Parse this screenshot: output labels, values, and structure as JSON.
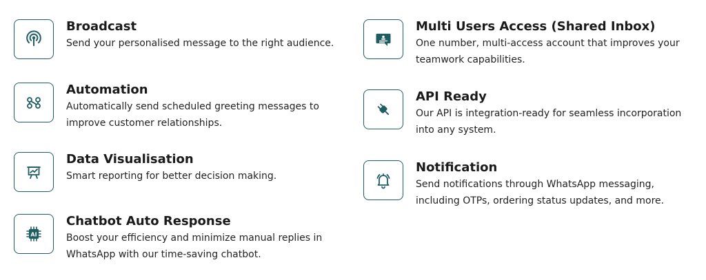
{
  "features": [
    {
      "icon": "broadcast-icon",
      "title": "Broadcast",
      "desc": "Send your personalised message to the right audience."
    },
    {
      "icon": "automation-icon",
      "title": "Automation",
      "desc": "Automatically send scheduled greeting messages to improve customer relationships."
    },
    {
      "icon": "data-visualisation-icon",
      "title": "Data Visualisation",
      "desc": "Smart reporting for better decision making."
    },
    {
      "icon": "chatbot-ai-icon",
      "title": "Chatbot Auto Response",
      "desc": "Boost your efficiency and minimize manual replies in WhatsApp with our time-saving chatbot."
    },
    {
      "icon": "shared-inbox-icon",
      "title": "Multi Users Access (Shared Inbox)",
      "desc": "One number, multi-access account that improves your teamwork capabilities."
    },
    {
      "icon": "api-plug-icon",
      "title": "API Ready",
      "desc": "Our API is integration-ready for seamless incorporation into any system."
    },
    {
      "icon": "notification-bell-icon",
      "title": "Notification",
      "desc": "Send notifications through WhatsApp messaging, including OTPs, ordering status updates, and more."
    }
  ],
  "colors": {
    "accent": "#1e5e63",
    "title": "#1a1a1a",
    "text": "#222222"
  }
}
